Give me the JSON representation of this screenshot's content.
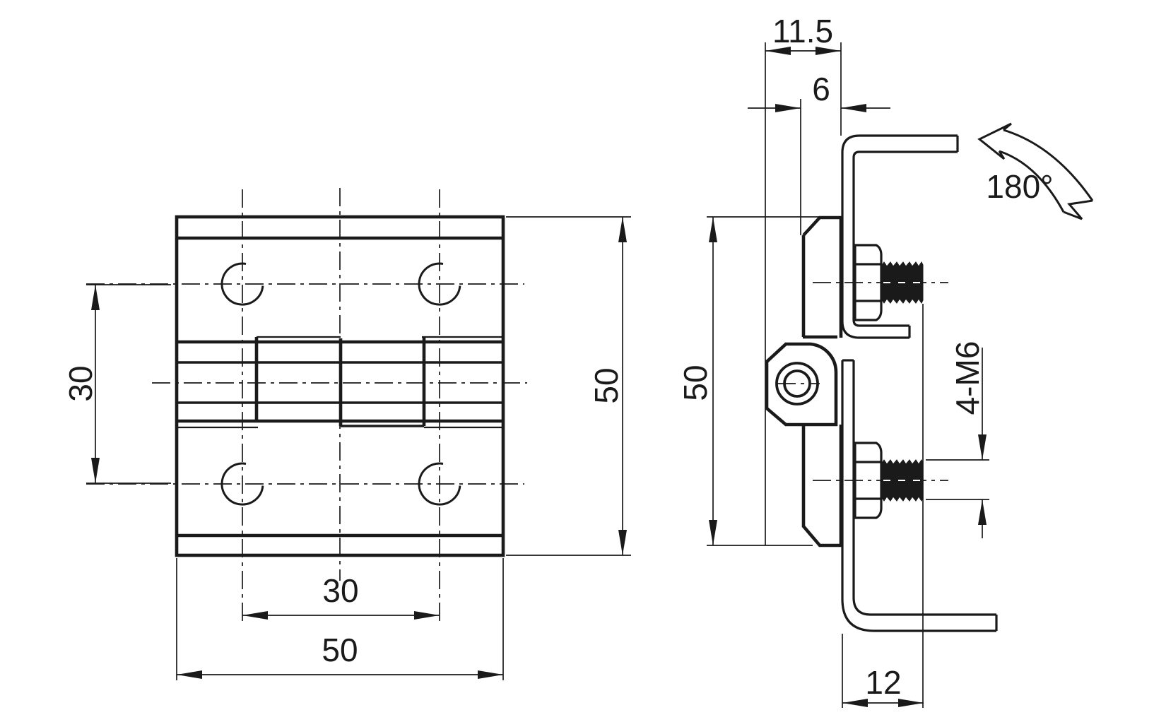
{
  "drawing": {
    "type": "engineering-drawing",
    "background_color": "#ffffff",
    "line_color": "#1a1a1a",
    "front_view": {
      "dim_hole_spacing_vertical": "30",
      "dim_height": "50",
      "dim_hole_spacing_horizontal": "30",
      "dim_width": "50"
    },
    "side_view": {
      "dim_knuckle_depth": "11.5",
      "dim_leaf_offset": "6",
      "dim_height": "50",
      "dim_bolt_protrusion": "12",
      "dim_thread_spec": "4-M6",
      "dim_opening_angle": "180°"
    }
  }
}
